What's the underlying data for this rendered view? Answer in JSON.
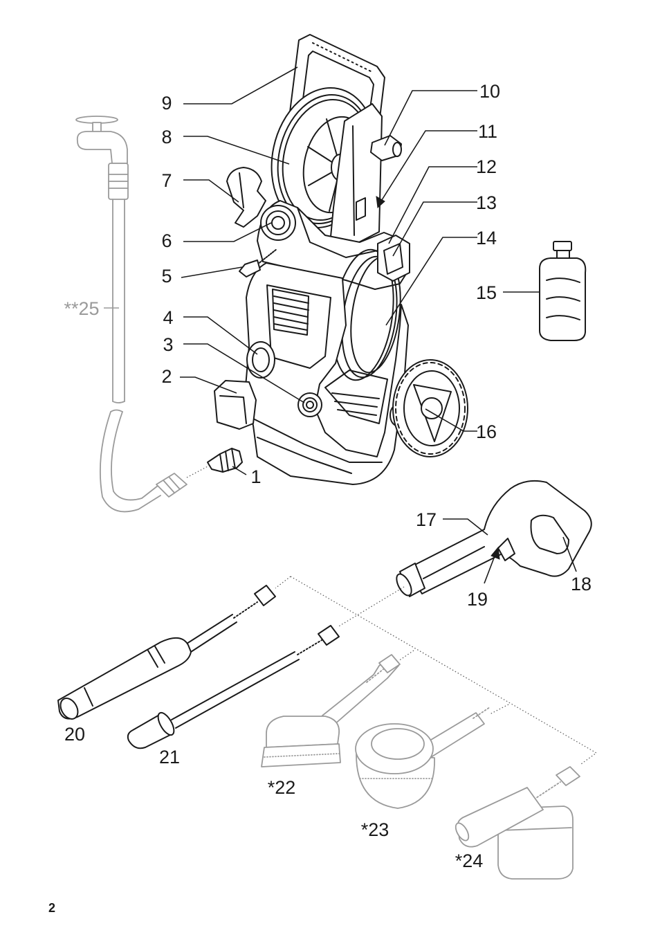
{
  "callouts": {
    "n1": "1",
    "n2": "2",
    "n3": "3",
    "n4": "4",
    "n5": "5",
    "n6": "6",
    "n7": "7",
    "n8": "8",
    "n9": "9",
    "n10": "10",
    "n11": "11",
    "n12": "12",
    "n13": "13",
    "n14": "14",
    "n15": "15",
    "n16": "16",
    "n17": "17",
    "n18": "18",
    "n19": "19",
    "n20": "20",
    "n21": "21",
    "n22": "*22",
    "n23": "*23",
    "n24": "*24",
    "n25": "**25"
  },
  "page_number": "2",
  "colors": {
    "line": "#1a1a1a",
    "optional_parts": "#9a9a9a",
    "background": "#ffffff"
  }
}
